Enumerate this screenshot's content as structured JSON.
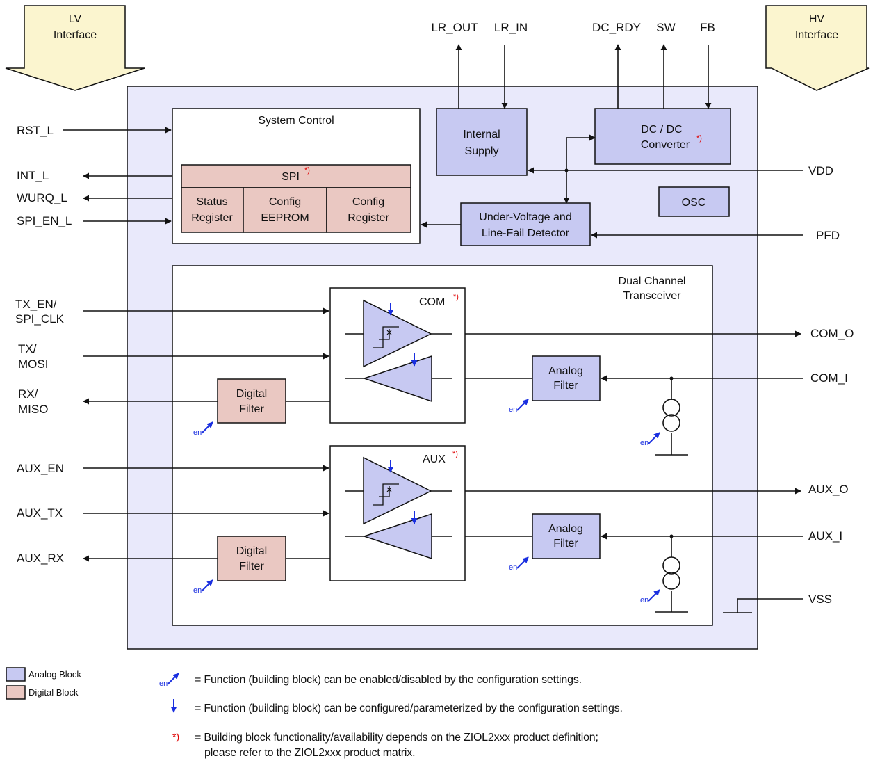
{
  "interfaces": {
    "lv": [
      "LV",
      "Interface"
    ],
    "hv": [
      "HV",
      "Interface"
    ]
  },
  "pins": {
    "rst_l": "RST_L",
    "int_l": "INT_L",
    "wurq_l": "WURQ_L",
    "spi_en_l": "SPI_EN_L",
    "tx_en": [
      "TX_EN/",
      "SPI_CLK"
    ],
    "tx": [
      "TX/",
      "MOSI"
    ],
    "rx": [
      "RX/",
      "MISO"
    ],
    "aux_en": "AUX_EN",
    "aux_tx": "AUX_TX",
    "aux_rx": "AUX_RX",
    "lr_out": "LR_OUT",
    "lr_in": "LR_IN",
    "dc_rdy": "DC_RDY",
    "sw": "SW",
    "fb": "FB",
    "vdd": "VDD",
    "pfd": "PFD",
    "com_o": "COM_O",
    "com_i": "COM_I",
    "aux_o": "AUX_O",
    "aux_i": "AUX_I",
    "vss": "VSS"
  },
  "blocks": {
    "system_control": "System Control",
    "spi": "SPI",
    "status_register": [
      "Status",
      "Register"
    ],
    "config_eeprom": [
      "Config",
      "EEPROM"
    ],
    "config_register": [
      "Config",
      "Register"
    ],
    "internal_supply": [
      "Internal",
      "Supply"
    ],
    "dcdc": [
      "DC / DC",
      "Converter"
    ],
    "osc": "OSC",
    "uvd": [
      "Under-Voltage and",
      "Line-Fail Detector"
    ],
    "transceiver": [
      "Dual Channel",
      "Transceiver"
    ],
    "com": "COM",
    "aux": "AUX",
    "analog_filter": [
      "Analog",
      "Filter"
    ],
    "digital_filter": [
      "Digital",
      "Filter"
    ]
  },
  "marks": {
    "asterisk": "*)",
    "en": "en"
  },
  "legend": {
    "analog_block": "Analog Block",
    "digital_block": "Digital Block",
    "enabled_note": "= Function (building block) can be enabled/disabled by the configuration settings.",
    "configured_note": "= Function (building block) can be configured/parameterized by the configuration settings.",
    "asterisk_note": [
      "= Building block functionality/availability depends on the ZIOL2xxx product definition;",
      "please refer to the ZIOL2xxx product matrix."
    ]
  },
  "colors": {
    "outer_fill": "#e9e9fb",
    "analog": "#c7c9f2",
    "digital": "#eac8c2",
    "interface_arrow": "#fbf5cf",
    "accent_blue": "#1a2fe0",
    "accent_red": "#e00000"
  }
}
